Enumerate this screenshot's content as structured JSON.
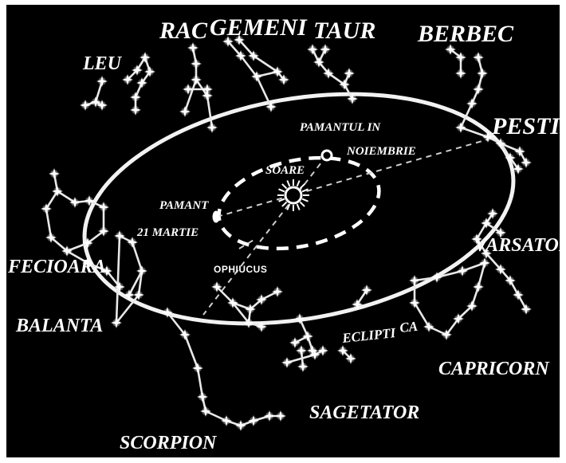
{
  "labels": {
    "leu": "LEU",
    "rac": "RAC",
    "gemeni": "GEMENI",
    "taur": "TAUR",
    "berbec": "BERBEC",
    "pesti": "PESTI",
    "varsator": "VARSATOR",
    "capricorn": "CAPRICORN",
    "sagetator": "SAGETATOR",
    "scorpion": "SCORPION",
    "balanta": "BALANTA",
    "fecioara": "FECIOARA",
    "ophiucus": "OPHIUCUS",
    "ecliptica_1": "ECLIPTI",
    "ecliptica_2": "CA",
    "soare": "SOARE",
    "pamant_noiembrie_1": "PAMANTUL IN",
    "pamant_noiembrie_2": "NOIEMBRIE",
    "pamant_martie_1": "PAMANT",
    "pamant_martie_2": "21 MARTIE"
  },
  "colors": {
    "background": "#000000",
    "foreground": "#ffffff"
  },
  "icons": {
    "sun": "sun-icon",
    "star": "star-icon"
  }
}
